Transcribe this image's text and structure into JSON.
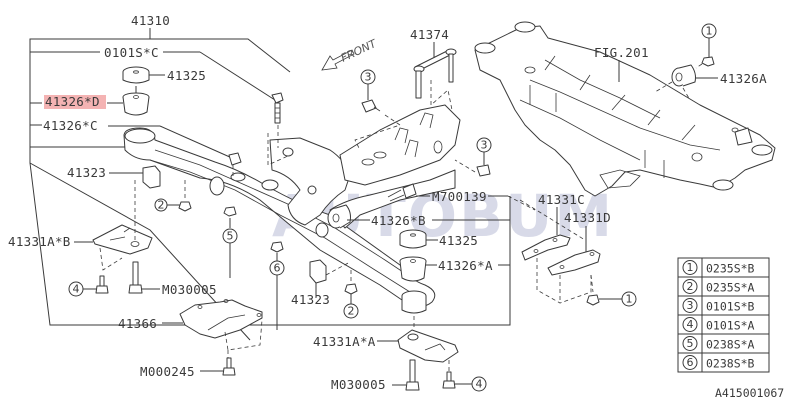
{
  "diagram": {
    "title_part": "41310",
    "front_arrow_label": "FRONT",
    "figure_ref": "FIG.201",
    "watermark": "AUTOBUM",
    "drawing_number": "A415001067",
    "highlighted_part": "41326*D",
    "part_labels": {
      "p41310": "41310",
      "p0101S_C": "0101S*C",
      "p41325_top": "41325",
      "p41326_D": "41326*D",
      "p41326_C": "41326*C",
      "p41323_left": "41323",
      "p41331A_B": "41331A*B",
      "p41374": "41374",
      "pM700139": "M700139",
      "p41326_B": "41326*B",
      "p41325_mid": "41325",
      "p41326_A_star": "41326*A",
      "p41323_mid": "41323",
      "pM030005_left": "M030005",
      "p41366": "41366",
      "pM000245": "M000245",
      "p41331A_A": "41331A*A",
      "pM030005_bottom": "M030005",
      "p41331C": "41331C",
      "p41331D": "41331D",
      "p41326A": "41326A"
    },
    "callouts": {
      "c1_top": "1",
      "c1_right": "1",
      "c2": "2",
      "c2_mid": "2",
      "c3_left": "3",
      "c3_right": "3",
      "c4_left": "4",
      "c4_bottom": "4",
      "c5": "5",
      "c6": "6"
    }
  },
  "legend": {
    "rows": [
      {
        "num": "1",
        "code": "0235S*B"
      },
      {
        "num": "2",
        "code": "0235S*A"
      },
      {
        "num": "3",
        "code": "0101S*B"
      },
      {
        "num": "4",
        "code": "0101S*A"
      },
      {
        "num": "5",
        "code": "0238S*A"
      },
      {
        "num": "6",
        "code": "0238S*B"
      }
    ]
  },
  "colors": {
    "line": "#3a3a3a",
    "highlight": "#f2a6a6",
    "watermark": "#9aa0c4"
  }
}
